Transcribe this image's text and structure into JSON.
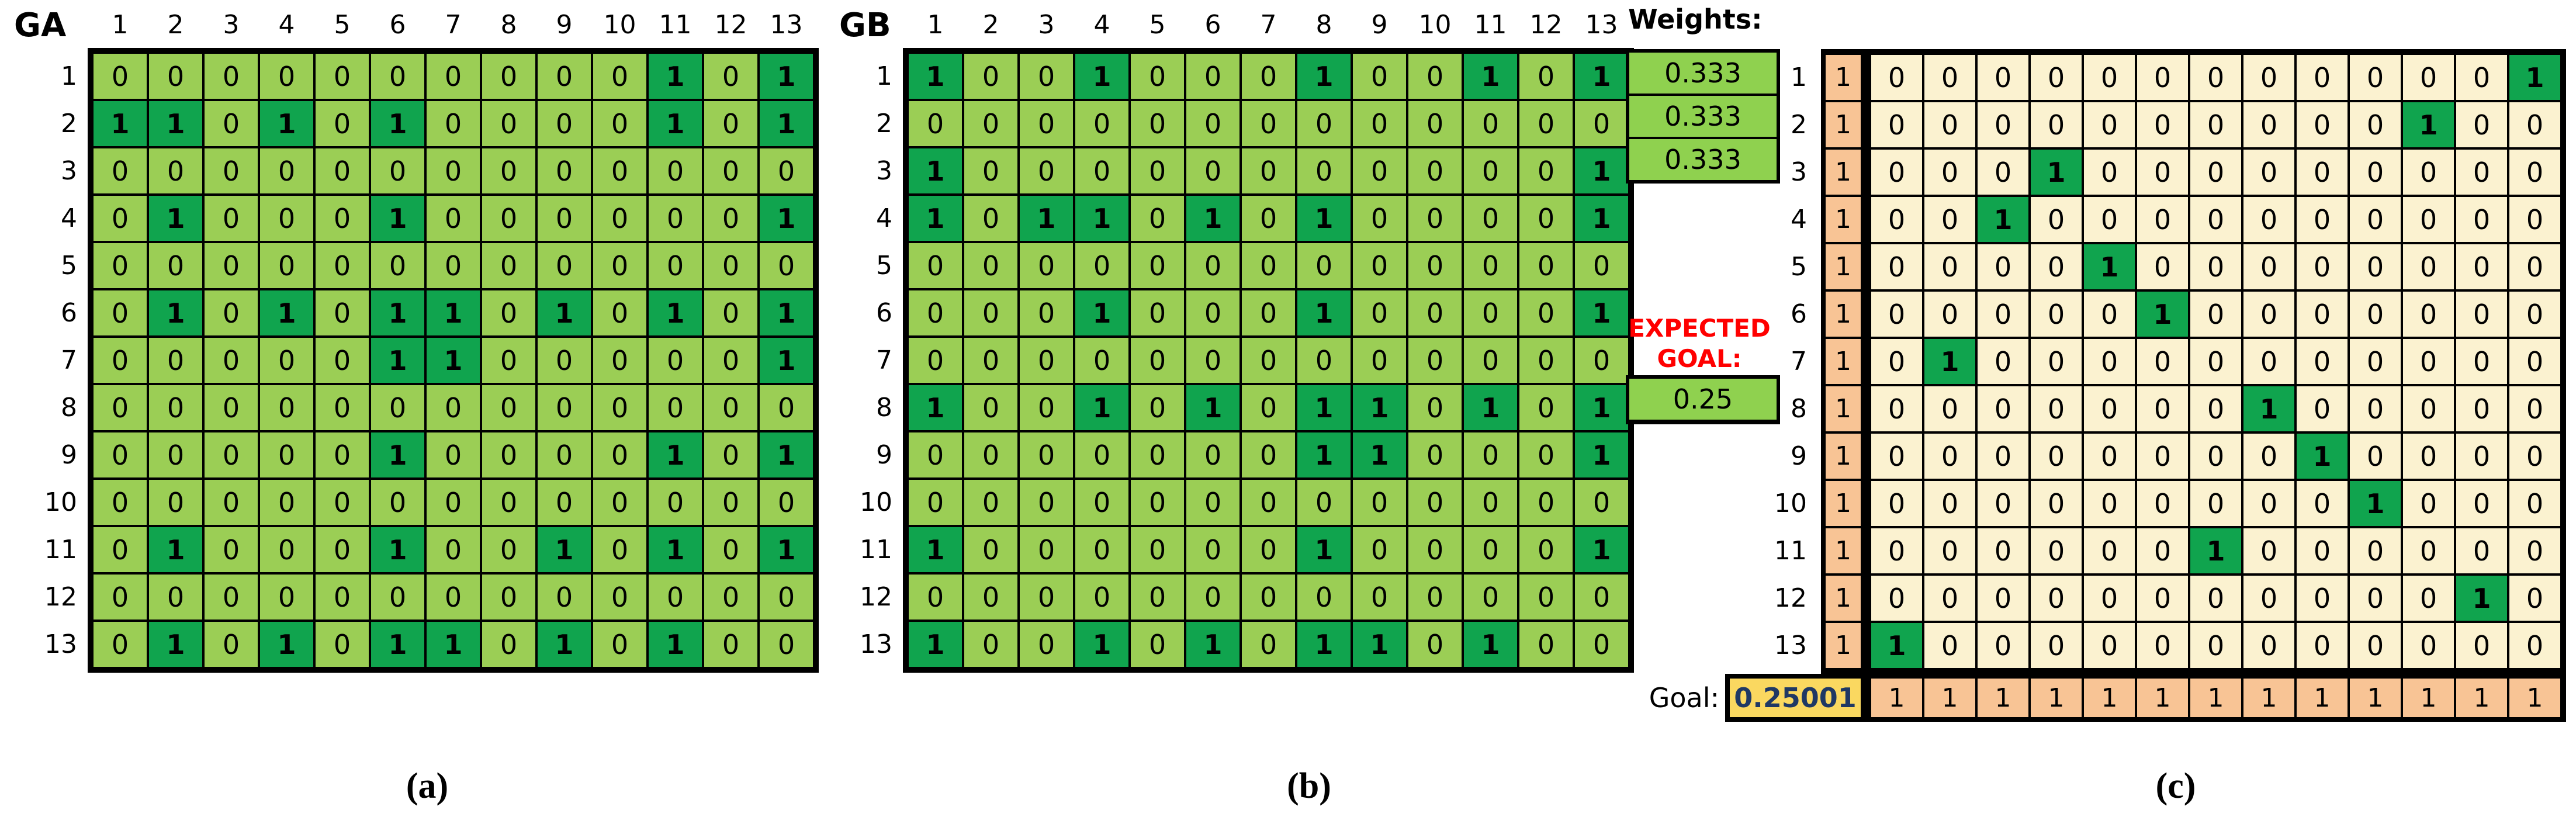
{
  "panels": {
    "a": {
      "label": "GA",
      "caption": "(a)",
      "col_headers": [
        "1",
        "2",
        "3",
        "4",
        "5",
        "6",
        "7",
        "8",
        "9",
        "10",
        "11",
        "12",
        "13"
      ],
      "row_headers": [
        "1",
        "2",
        "3",
        "4",
        "5",
        "6",
        "7",
        "8",
        "9",
        "10",
        "11",
        "12",
        "13"
      ],
      "matrix": [
        [
          0,
          0,
          0,
          0,
          0,
          0,
          0,
          0,
          0,
          0,
          1,
          0,
          1
        ],
        [
          1,
          1,
          0,
          1,
          0,
          1,
          0,
          0,
          0,
          0,
          1,
          0,
          1
        ],
        [
          0,
          0,
          0,
          0,
          0,
          0,
          0,
          0,
          0,
          0,
          0,
          0,
          0
        ],
        [
          0,
          1,
          0,
          0,
          0,
          1,
          0,
          0,
          0,
          0,
          0,
          0,
          1
        ],
        [
          0,
          0,
          0,
          0,
          0,
          0,
          0,
          0,
          0,
          0,
          0,
          0,
          0
        ],
        [
          0,
          1,
          0,
          1,
          0,
          1,
          1,
          0,
          1,
          0,
          1,
          0,
          1
        ],
        [
          0,
          0,
          0,
          0,
          0,
          1,
          1,
          0,
          0,
          0,
          0,
          0,
          1
        ],
        [
          0,
          0,
          0,
          0,
          0,
          0,
          0,
          0,
          0,
          0,
          0,
          0,
          0
        ],
        [
          0,
          0,
          0,
          0,
          0,
          1,
          0,
          0,
          0,
          0,
          1,
          0,
          1
        ],
        [
          0,
          0,
          0,
          0,
          0,
          0,
          0,
          0,
          0,
          0,
          0,
          0,
          0
        ],
        [
          0,
          1,
          0,
          0,
          0,
          1,
          0,
          0,
          1,
          0,
          1,
          0,
          1
        ],
        [
          0,
          0,
          0,
          0,
          0,
          0,
          0,
          0,
          0,
          0,
          0,
          0,
          0
        ],
        [
          0,
          1,
          0,
          1,
          0,
          1,
          1,
          0,
          1,
          0,
          1,
          0,
          0
        ]
      ]
    },
    "b": {
      "label": "GB",
      "caption": "(b)",
      "col_headers": [
        "1",
        "2",
        "3",
        "4",
        "5",
        "6",
        "7",
        "8",
        "9",
        "10",
        "11",
        "12",
        "13"
      ],
      "row_headers": [
        "1",
        "2",
        "3",
        "4",
        "5",
        "6",
        "7",
        "8",
        "9",
        "10",
        "11",
        "12",
        "13"
      ],
      "matrix": [
        [
          1,
          0,
          0,
          1,
          0,
          0,
          0,
          1,
          0,
          0,
          1,
          0,
          1
        ],
        [
          0,
          0,
          0,
          0,
          0,
          0,
          0,
          0,
          0,
          0,
          0,
          0,
          0
        ],
        [
          1,
          0,
          0,
          0,
          0,
          0,
          0,
          0,
          0,
          0,
          0,
          0,
          1
        ],
        [
          1,
          0,
          1,
          1,
          0,
          1,
          0,
          1,
          0,
          0,
          0,
          0,
          1
        ],
        [
          0,
          0,
          0,
          0,
          0,
          0,
          0,
          0,
          0,
          0,
          0,
          0,
          0
        ],
        [
          0,
          0,
          0,
          1,
          0,
          0,
          0,
          1,
          0,
          0,
          0,
          0,
          1
        ],
        [
          0,
          0,
          0,
          0,
          0,
          0,
          0,
          0,
          0,
          0,
          0,
          0,
          0
        ],
        [
          1,
          0,
          0,
          1,
          0,
          1,
          0,
          1,
          1,
          0,
          1,
          0,
          1
        ],
        [
          0,
          0,
          0,
          0,
          0,
          0,
          0,
          1,
          1,
          0,
          0,
          0,
          1
        ],
        [
          0,
          0,
          0,
          0,
          0,
          0,
          0,
          0,
          0,
          0,
          0,
          0,
          0
        ],
        [
          1,
          0,
          0,
          0,
          0,
          0,
          0,
          1,
          0,
          0,
          0,
          0,
          1
        ],
        [
          0,
          0,
          0,
          0,
          0,
          0,
          0,
          0,
          0,
          0,
          0,
          0,
          0
        ],
        [
          1,
          0,
          0,
          1,
          0,
          1,
          0,
          1,
          1,
          0,
          1,
          0,
          0
        ]
      ]
    },
    "c": {
      "caption": "(c)",
      "weights_title": "Weights:",
      "weights": [
        "0.333",
        "0.333",
        "0.333"
      ],
      "expected_goal_title": "EXPECTED GOAL:",
      "expected_goal_value": "0.25",
      "row_headers": [
        "1",
        "2",
        "3",
        "4",
        "5",
        "6",
        "7",
        "8",
        "9",
        "10",
        "11",
        "12",
        "13"
      ],
      "ones_column": [
        "1",
        "1",
        "1",
        "1",
        "1",
        "1",
        "1",
        "1",
        "1",
        "1",
        "1",
        "1",
        "1"
      ],
      "matrix": [
        [
          0,
          0,
          0,
          0,
          0,
          0,
          0,
          0,
          0,
          0,
          0,
          0,
          1
        ],
        [
          0,
          0,
          0,
          0,
          0,
          0,
          0,
          0,
          0,
          0,
          1,
          0,
          0
        ],
        [
          0,
          0,
          0,
          1,
          0,
          0,
          0,
          0,
          0,
          0,
          0,
          0,
          0
        ],
        [
          0,
          0,
          1,
          0,
          0,
          0,
          0,
          0,
          0,
          0,
          0,
          0,
          0
        ],
        [
          0,
          0,
          0,
          0,
          1,
          0,
          0,
          0,
          0,
          0,
          0,
          0,
          0
        ],
        [
          0,
          0,
          0,
          0,
          0,
          1,
          0,
          0,
          0,
          0,
          0,
          0,
          0
        ],
        [
          0,
          1,
          0,
          0,
          0,
          0,
          0,
          0,
          0,
          0,
          0,
          0,
          0
        ],
        [
          0,
          0,
          0,
          0,
          0,
          0,
          0,
          1,
          0,
          0,
          0,
          0,
          0
        ],
        [
          0,
          0,
          0,
          0,
          0,
          0,
          0,
          0,
          1,
          0,
          0,
          0,
          0
        ],
        [
          0,
          0,
          0,
          0,
          0,
          0,
          0,
          0,
          0,
          1,
          0,
          0,
          0
        ],
        [
          0,
          0,
          0,
          0,
          0,
          0,
          1,
          0,
          0,
          0,
          0,
          0,
          0
        ],
        [
          0,
          0,
          0,
          0,
          0,
          0,
          0,
          0,
          0,
          0,
          0,
          1,
          0
        ],
        [
          1,
          0,
          0,
          0,
          0,
          0,
          0,
          0,
          0,
          0,
          0,
          0,
          0
        ]
      ],
      "goal_label": "Goal:",
      "goal_value": "0.25001",
      "goal_row": [
        "1",
        "1",
        "1",
        "1",
        "1",
        "1",
        "1",
        "1",
        "1",
        "1",
        "1",
        "1",
        "1"
      ]
    }
  },
  "colors": {
    "zero_green": "#9BCE55",
    "one_green": "#10A44E",
    "weights_green": "#8FD14F",
    "cream": "#FBF2D0",
    "orange": "#F8C495",
    "yellow": "#FAD860",
    "navy": "#1F3864",
    "red": "#FF0000",
    "border": "#000000"
  }
}
